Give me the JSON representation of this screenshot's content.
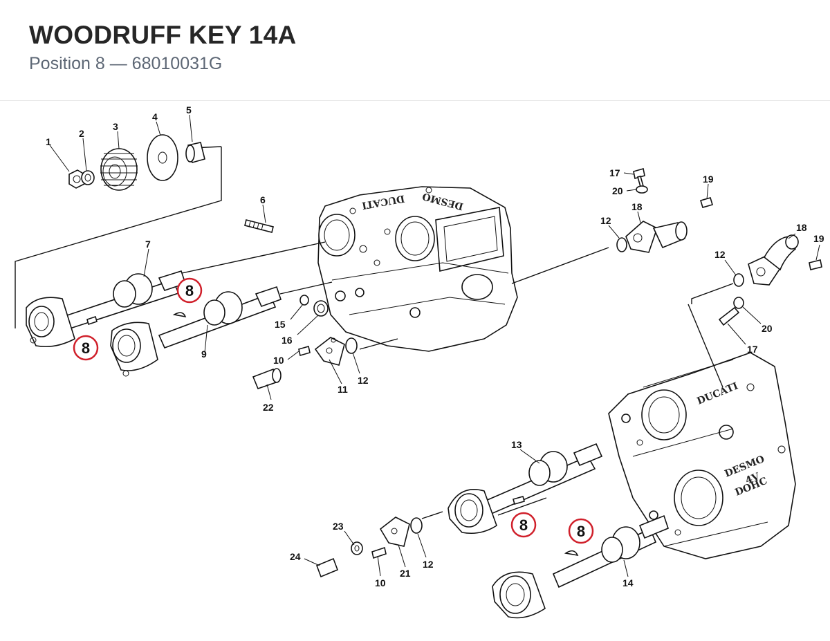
{
  "header": {
    "title": "WOODRUFF KEY 14A",
    "subtitle": "Position 8 — 68010031G"
  },
  "diagram": {
    "callout_color": "#d0202b",
    "highlight_callouts": [
      {
        "label": "8"
      },
      {
        "label": "8"
      },
      {
        "label": "8"
      },
      {
        "label": "8"
      }
    ],
    "labels": [
      "1",
      "2",
      "3",
      "4",
      "5",
      "6",
      "7",
      "9",
      "15",
      "16",
      "10",
      "22",
      "11",
      "12",
      "17",
      "20",
      "18",
      "12",
      "19",
      "18",
      "12",
      "19",
      "20",
      "17",
      "13",
      "23",
      "24",
      "10",
      "21",
      "12",
      "14"
    ],
    "casting_text": {
      "front_head_1": "DUCATI",
      "front_head_2": "DESMO",
      "rear_head_1": "DUCATI",
      "rear_head_2": "DESMO",
      "rear_head_3": "4V",
      "rear_head_4": "DOHC"
    }
  }
}
